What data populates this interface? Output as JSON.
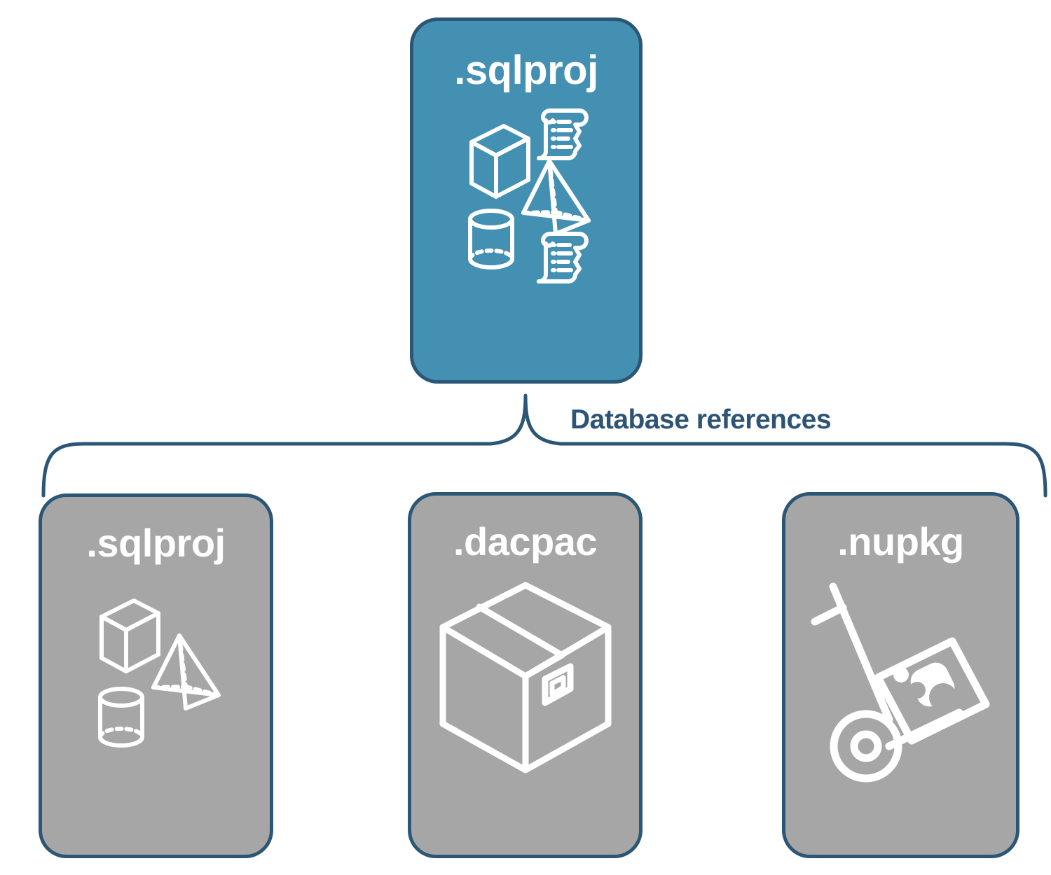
{
  "diagram": {
    "title": "Database references diagram",
    "colors": {
      "root_fill": "#4490b3",
      "child_fill": "#a6a6a6",
      "stroke": "#2b5676",
      "label_text": "#2d5475",
      "node_text": "#ffffff",
      "background": "#ffffff"
    },
    "root": {
      "label": ".sqlproj",
      "icon_names": [
        "cube-icon",
        "pyramid-icon",
        "cylinder-icon",
        "scroll-icon",
        "scroll-icon"
      ]
    },
    "connector": {
      "label": "Database references",
      "shape": "curly-brace"
    },
    "children": [
      {
        "label": ".sqlproj",
        "icon_names": [
          "cube-icon",
          "pyramid-icon",
          "cylinder-icon"
        ]
      },
      {
        "label": ".dacpac",
        "icon_names": [
          "package-box-icon"
        ]
      },
      {
        "label": ".nupkg",
        "icon_names": [
          "hand-truck-icon",
          "nuget-package-icon"
        ]
      }
    ]
  }
}
